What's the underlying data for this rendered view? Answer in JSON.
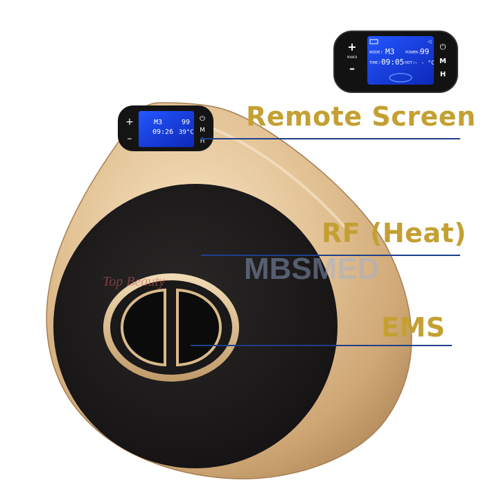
{
  "labels": {
    "remote_screen": "Remote Screen",
    "rf_heat": "RF (Heat)",
    "ems": "EMS"
  },
  "remote_display": {
    "mode_label": "MODE /",
    "mode_value": "M3",
    "power_label": "POWER /",
    "power_value": "99",
    "time_label": "TIME /",
    "time_value": "09:05",
    "hot_label": "HOT /",
    "hot_value": "- - °C",
    "plus": "+",
    "minus": "–",
    "power_caption": "POWER",
    "btn_m": "M",
    "btn_h": "H"
  },
  "device_display": {
    "mode_value": "M3",
    "power_value": "99",
    "time_value": "09:26",
    "hot_value": "39°C",
    "plus": "+",
    "minus": "–",
    "btn_m": "M",
    "btn_h": "H"
  },
  "watermark": {
    "brand_left": "Top Beauty",
    "brand_right": "MBSMED"
  },
  "colors": {
    "label_gold": "#c4a033",
    "leader_line": "#1d3f8c",
    "device_gold": "#d9b98b",
    "pad_black": "#1e1c1c",
    "lcd_blue": "#1a3fe0"
  }
}
